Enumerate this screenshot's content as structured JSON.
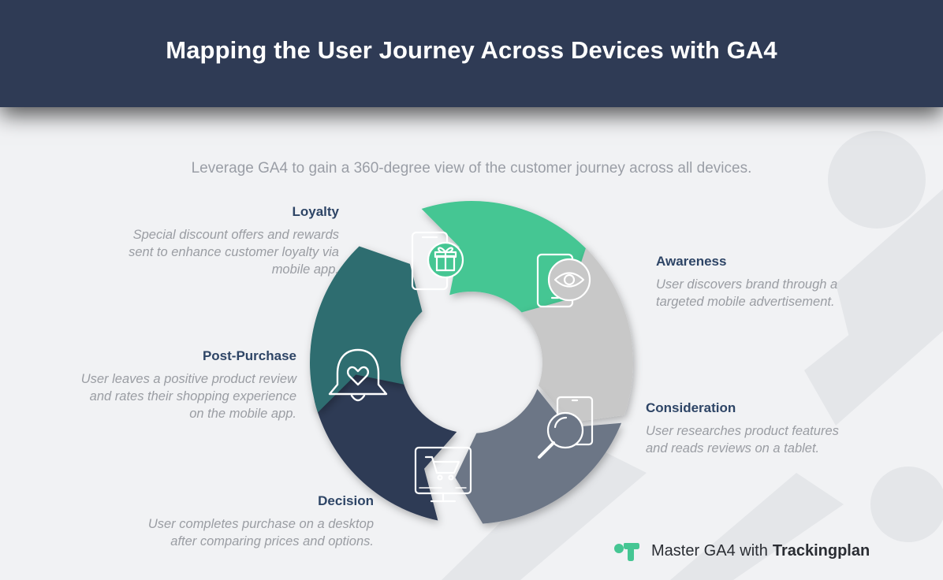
{
  "header": {
    "title": "Mapping the User Journey Across Devices with GA4"
  },
  "subtitle": "Leverage GA4 to gain a 360-degree view of the customer journey across all devices.",
  "steps": [
    {
      "id": "loyalty",
      "title": "Loyalty",
      "description_lines": [
        "Special discount offers and rewards",
        "sent to enhance customer loyalty via",
        "mobile app."
      ],
      "color": "#45c693",
      "icon": "gift-phone-icon"
    },
    {
      "id": "awareness",
      "title": "Awareness",
      "description_lines": [
        "User discovers brand through a",
        "targeted mobile advertisement."
      ],
      "color": "#c8c8c8",
      "icon": "eye-phone-icon"
    },
    {
      "id": "consideration",
      "title": "Consideration",
      "description_lines": [
        "User researches product features",
        "and reads reviews on a tablet."
      ],
      "color": "#6c7686",
      "icon": "tablet-search-icon"
    },
    {
      "id": "decision",
      "title": "Decision",
      "description_lines": [
        "User completes purchase on a desktop",
        "after comparing prices and options."
      ],
      "color": "#2d3a55",
      "icon": "desktop-cart-icon"
    },
    {
      "id": "post_purchase",
      "title": "Post-Purchase",
      "description_lines": [
        "User leaves a positive product review",
        "and rates their shopping experience",
        "on the mobile app."
      ],
      "color": "#2e6d6f",
      "icon": "bell-heart-icon"
    }
  ],
  "brand": {
    "prefix": "Master GA4 with",
    "name": "Trackingplan",
    "logo_color": "#45c693",
    "icon": "trackingplan-logo-icon"
  }
}
